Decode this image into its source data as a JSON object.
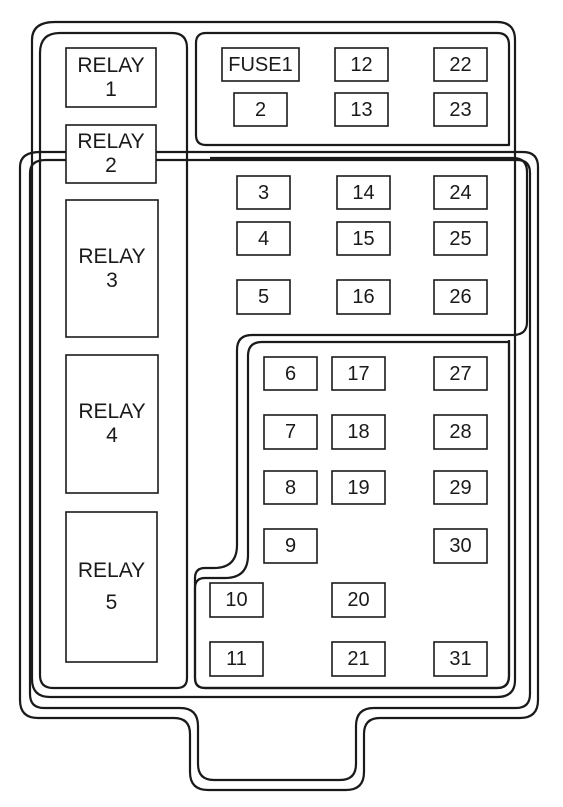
{
  "relays": [
    {
      "line1": "RELAY",
      "line2": "1"
    },
    {
      "line1": "RELAY",
      "line2": "2"
    },
    {
      "line1": "RELAY",
      "line2": "3"
    },
    {
      "line1": "RELAY",
      "line2": "4"
    },
    {
      "line1": "RELAY",
      "line2": "5"
    }
  ],
  "fuses": [
    "FUSE1",
    "2",
    "3",
    "4",
    "5",
    "6",
    "7",
    "8",
    "9",
    "10",
    "11",
    "12",
    "13",
    "14",
    "15",
    "16",
    "17",
    "18",
    "19",
    "20",
    "21",
    "22",
    "23",
    "24",
    "25",
    "26",
    "27",
    "28",
    "29",
    "30",
    "31"
  ]
}
